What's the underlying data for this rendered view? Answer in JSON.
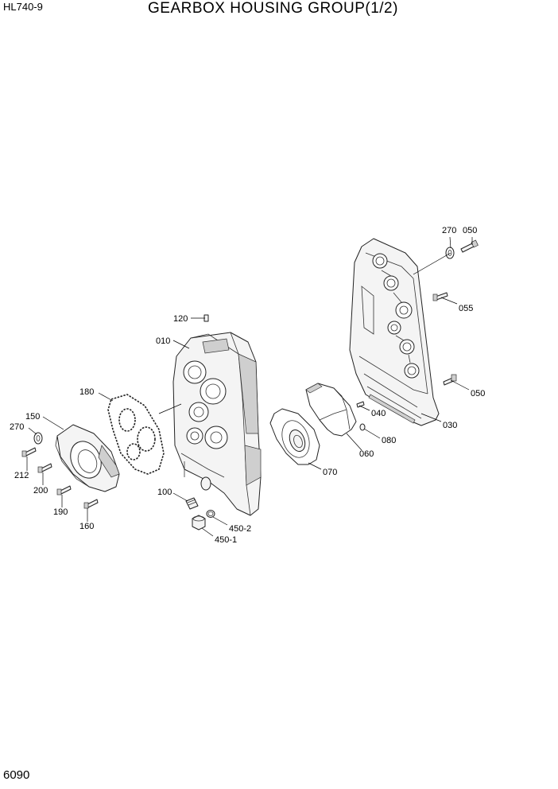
{
  "header": {
    "model": "HL740-9",
    "title": "GEARBOX HOUSING GROUP(1/2)"
  },
  "footer": {
    "page_number": "6090"
  },
  "callouts": {
    "c270a": "270",
    "c050a": "050",
    "c055": "055",
    "c050b": "050",
    "c040": "040",
    "c030": "030",
    "c080": "080",
    "c060": "060",
    "c070": "070",
    "c120": "120",
    "c010": "010",
    "c180": "180",
    "c150": "150",
    "c270b": "270",
    "c212": "212",
    "c200": "200",
    "c190": "190",
    "c160": "160",
    "c100": "100",
    "c450_2": "450-2",
    "c450_1": "450-1"
  }
}
